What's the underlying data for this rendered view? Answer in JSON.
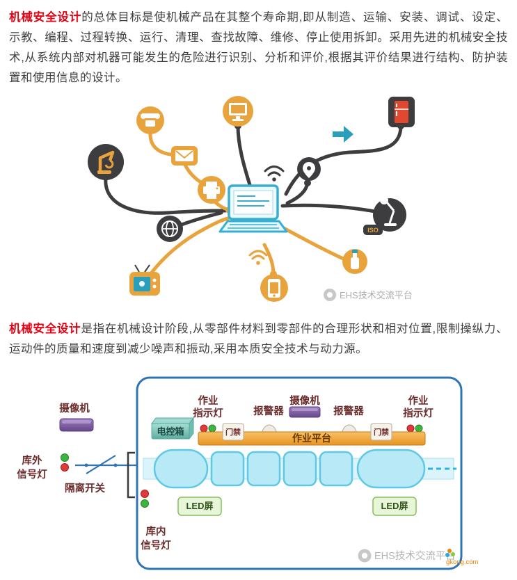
{
  "colors": {
    "accent_red": "#e60012",
    "line_dark": "#3d3d3f",
    "line_orange": "#e8a33d",
    "laptop_teal": "#35b0d4",
    "enclosure_blue": "#2e74b5",
    "machine_cyan": "#b8e9f6",
    "platform_orange": "#f0a53a",
    "label_maroon": "#6b2b2b"
  },
  "paragraph1": {
    "lead": "机械安全设计",
    "body": "的总体目标是使机械产品在其整个寿命期,即从制造、运输、安装、调试、设定、示教、编程、过程转换、运行、清理、查找故障、维修、停止使用拆卸。采用先进的机械安全技术,从系统内部对机器可能发生的危险进行识别、分析和评价,根据其评价结果进行结构、防护装置和使用信息的设计。"
  },
  "figure1": {
    "iso_label": "ISO",
    "watermark": "EHS技术交流平台"
  },
  "paragraph2": {
    "lead": "机械安全设计",
    "body": "是指在机械设计阶段,从零部件材料到零部件的合理形状和相对位置,限制操纵力、运动件的质量和速度到减少噪声和振动,采用本质安全技术与动力源。"
  },
  "figure2": {
    "labels": {
      "camera": "摄像机",
      "work_light_1": "作业",
      "work_light_2": "指示灯",
      "alarm": "报警器",
      "control_box": "电控箱",
      "door": "门禁",
      "platform": "作业平台",
      "led": "LED屏",
      "outside_1": "库外",
      "outside_2": "信号灯",
      "inside_1": "库内",
      "inside_2": "信号灯",
      "switch": "隔离开关"
    },
    "watermark": "EHS技术交流平台",
    "watermark_badge": "gkong.com"
  }
}
